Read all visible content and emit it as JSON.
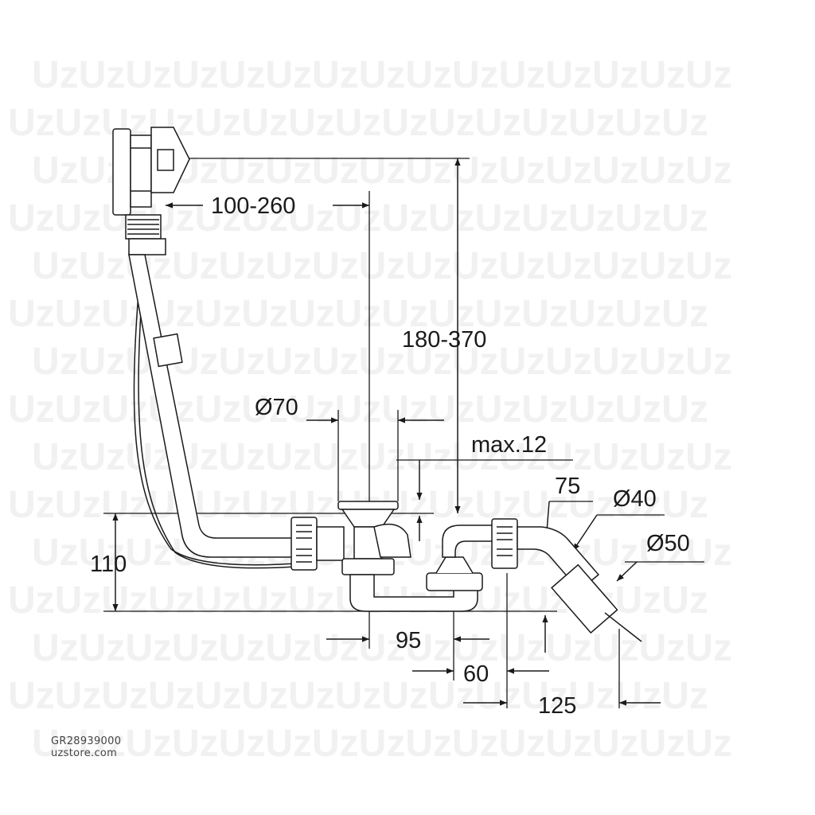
{
  "watermark": {
    "text": "UzUzUzUzUzUzUzUzUzUzUzUzUzUzUz"
  },
  "dimensions": {
    "horizontal_range": "100-260",
    "vertical_range": "180-370",
    "overflow_diameter": "Ø70",
    "max_thickness": "max.12",
    "height": "110",
    "angle_length": "75",
    "inner_diameter": "Ø40",
    "outer_diameter": "Ø50",
    "offset_a": "95",
    "offset_b": "60",
    "offset_c": "125"
  },
  "footer": {
    "product_code": "GR28939000",
    "website": "uzstore.com"
  },
  "colors": {
    "line": "#1a1a1a",
    "watermark": "#f1f1f1",
    "background": "#ffffff"
  }
}
